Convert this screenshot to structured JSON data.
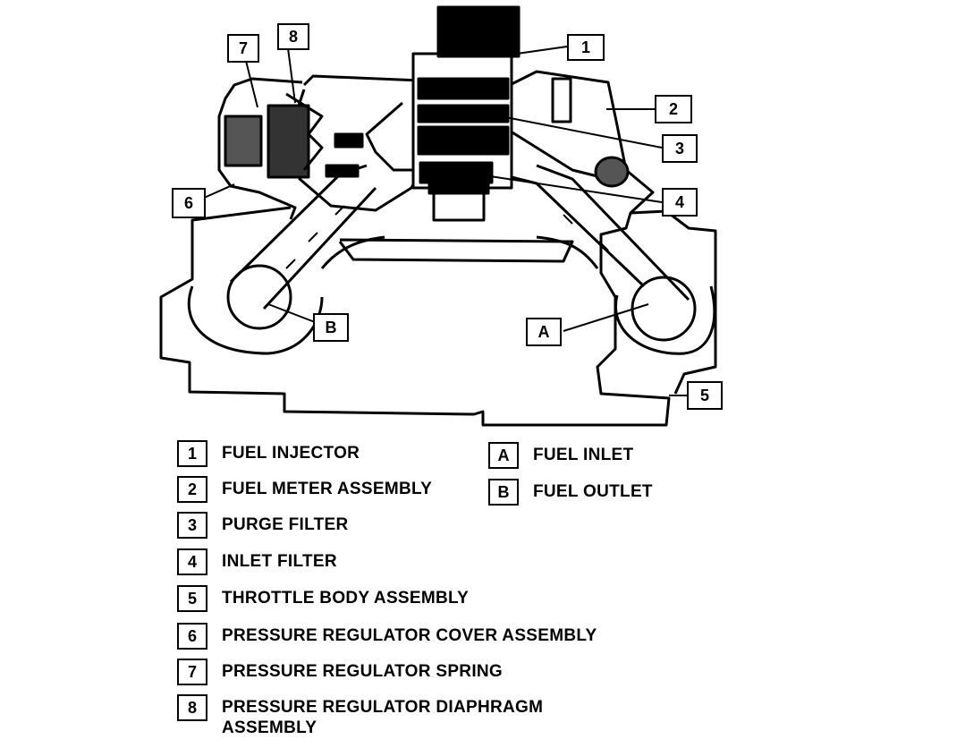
{
  "callouts": {
    "c1": "1",
    "c2": "2",
    "c3": "3",
    "c4": "4",
    "c5": "5",
    "c6": "6",
    "c7": "7",
    "c8": "8",
    "cA": "A",
    "cB": "B"
  },
  "legend": [
    {
      "key": "1",
      "label": "FUEL INJECTOR"
    },
    {
      "key": "2",
      "label": "FUEL METER ASSEMBLY"
    },
    {
      "key": "3",
      "label": "PURGE FILTER"
    },
    {
      "key": "4",
      "label": "INLET FILTER"
    },
    {
      "key": "5",
      "label": "THROTTLE BODY ASSEMBLY"
    },
    {
      "key": "6",
      "label": "PRESSURE REGULATOR COVER ASSEMBLY"
    },
    {
      "key": "7",
      "label": "PRESSURE REGULATOR SPRING"
    },
    {
      "key": "8",
      "label": "PRESSURE REGULATOR  DIAPHRAGM\nASSEMBLY"
    },
    {
      "key": "A",
      "label": "FUEL INLET"
    },
    {
      "key": "B",
      "label": "FUEL OUTLET"
    }
  ]
}
